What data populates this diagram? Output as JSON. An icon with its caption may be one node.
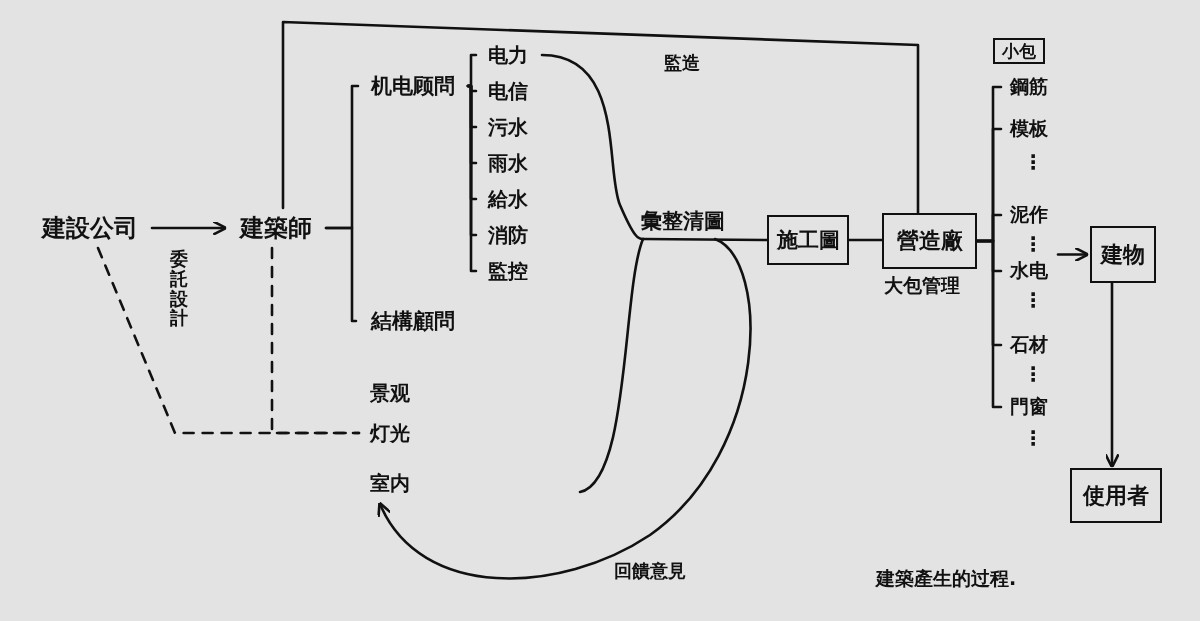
{
  "diagram": {
    "caption": "建築產生的过程.",
    "nodes": [
      {
        "text": [
          "建設公司"
        ]
      },
      {
        "text": [
          "建築師"
        ]
      },
      {
        "text": [
          "机电顾問"
        ]
      },
      {
        "text": [
          "电力"
        ]
      },
      {
        "text": [
          "电信"
        ]
      },
      {
        "text": [
          "污水"
        ]
      },
      {
        "text": [
          "雨水"
        ]
      },
      {
        "text": [
          "給水"
        ]
      },
      {
        "text": [
          "消防"
        ]
      },
      {
        "text": [
          "監控"
        ]
      },
      {
        "text": [
          "結構顧問"
        ]
      },
      {
        "text": [
          "景观"
        ]
      },
      {
        "text": [
          "灯光"
        ]
      },
      {
        "text": [
          "室内"
        ]
      },
      {
        "text": [
          "彙整清圖"
        ]
      },
      {
        "text": [
          "施工圖"
        ]
      },
      {
        "text": [
          "營造廠"
        ],
        "beside": [
          "大包管理"
        ]
      },
      {
        "text": [
          "小包"
        ]
      },
      {
        "text": [
          "鋼筋"
        ]
      },
      {
        "text": [
          "模板"
        ]
      },
      {
        "text": [
          "泥作"
        ]
      },
      {
        "text": [
          "水电"
        ]
      },
      {
        "text": [
          "石材"
        ]
      },
      {
        "text": [
          "門窗"
        ]
      },
      {
        "text": [
          "建物"
        ]
      },
      {
        "text": [
          "使用者"
        ]
      }
    ],
    "edges": [
      {
        "from": 0,
        "to": 1,
        "arrow": "to",
        "label": "委託設計"
      },
      {
        "from": 0,
        "to": 12,
        "arrow": "none",
        "style": "dashed"
      },
      {
        "from": 1,
        "to": 12,
        "arrow": "none",
        "style": "dashed"
      },
      {
        "from": 1,
        "to": 2,
        "arrow": "none"
      },
      {
        "from": 1,
        "to": 10,
        "arrow": "none"
      },
      {
        "from": 2,
        "to": 3,
        "arrow": "none"
      },
      {
        "from": 2,
        "to": 4,
        "arrow": "none"
      },
      {
        "from": 2,
        "to": 5,
        "arrow": "none"
      },
      {
        "from": 2,
        "to": 6,
        "arrow": "none"
      },
      {
        "from": 2,
        "to": 7,
        "arrow": "none"
      },
      {
        "from": 2,
        "to": 8,
        "arrow": "none"
      },
      {
        "from": 2,
        "to": 9,
        "arrow": "none"
      },
      {
        "from": 3,
        "to": 14,
        "arrow": "none"
      },
      {
        "from": null,
        "to": 14,
        "arrow": "none"
      },
      {
        "from": 14,
        "to": 13,
        "arrow": "to",
        "label": "回饋意見"
      },
      {
        "from": 14,
        "to": 15,
        "arrow": "none"
      },
      {
        "from": 15,
        "to": 16,
        "arrow": "none"
      },
      {
        "from": 16,
        "to": 1,
        "arrow": "none",
        "label": "監造"
      },
      {
        "from": 16,
        "to": 18,
        "arrow": "none"
      },
      {
        "from": 16,
        "to": 19,
        "arrow": "none"
      },
      {
        "from": 16,
        "to": 20,
        "arrow": "none"
      },
      {
        "from": 16,
        "to": 21,
        "arrow": "none"
      },
      {
        "from": 16,
        "to": 22,
        "arrow": "none"
      },
      {
        "from": 16,
        "to": 23,
        "arrow": "none"
      },
      {
        "from": 21,
        "to": 24,
        "arrow": "to"
      },
      {
        "from": 24,
        "to": 25,
        "arrow": "to"
      }
    ],
    "labels": [
      "⋮",
      "⋮",
      "⋮",
      "⋮",
      "⋮"
    ]
  }
}
